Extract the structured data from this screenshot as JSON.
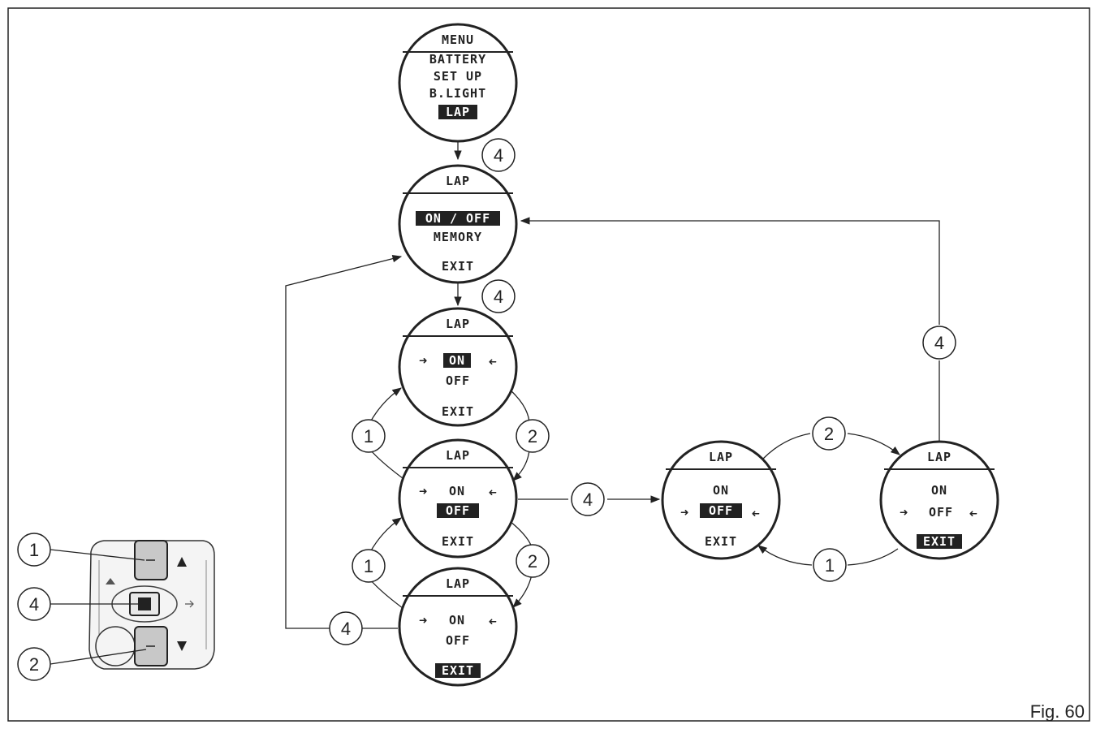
{
  "figure_label": "Fig. 60",
  "screens": {
    "menu": {
      "title": "MENU",
      "line1": "BATTERY",
      "line2": "SET UP",
      "line3": "B.LIGHT",
      "line4": "LAP"
    },
    "lap_main": {
      "title": "LAP",
      "line1": "ON / OFF",
      "line2": "MEMORY",
      "line3": "EXIT"
    },
    "lap_on": {
      "title": "LAP",
      "line1": "ON",
      "line2": "OFF",
      "line3": "EXIT"
    },
    "lap_off": {
      "title": "LAP",
      "line1": "ON",
      "line2": "OFF",
      "line3": "EXIT"
    },
    "lap_exit": {
      "title": "LAP",
      "line1": "ON",
      "line2": "OFF",
      "line3": "EXIT"
    },
    "off_confirm": {
      "title": "LAP",
      "line1": "ON",
      "line2": "OFF",
      "line3": "EXIT"
    },
    "exit_confirm": {
      "title": "LAP",
      "line1": "ON",
      "line2": "OFF",
      "line3": "EXIT"
    }
  },
  "step_labels": {
    "menu_to_lap": "4",
    "lap_to_on": "4",
    "on_to_off": "2",
    "off_to_on": "1",
    "off_to_exit": "2",
    "exit_to_off": "1",
    "exit_back": "4",
    "off_to_confirm": "4",
    "confirm_to_exit": "2",
    "exit_to_confirm": "1",
    "confirm_back": "4"
  },
  "switch_labels": {
    "up": "1",
    "center": "4",
    "down": "2"
  },
  "colors": {
    "ink": "#222222",
    "button_fill": "#c8c8c8",
    "switch_body": "#f4f4f4"
  }
}
